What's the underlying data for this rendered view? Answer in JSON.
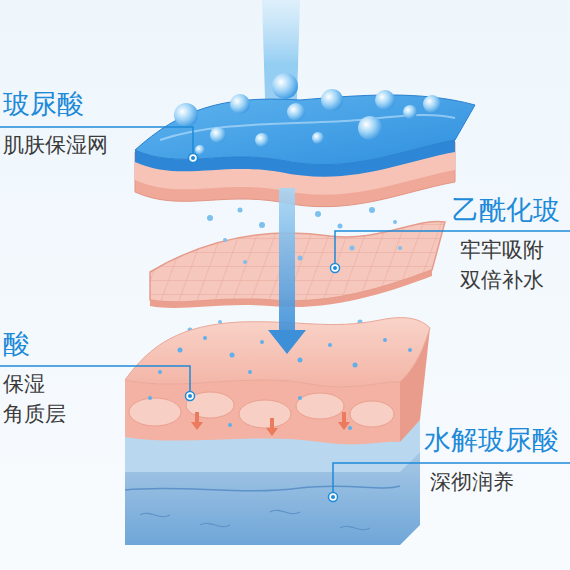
{
  "diagram": {
    "labels": [
      "玻尿酸",
      "肌肤保湿网",
      "乙酰化玻",
      "牢牢吸附",
      "双倍补水",
      "酸",
      "保湿",
      "角质层",
      "水解玻尿酸",
      "深彻润养"
    ]
  }
}
